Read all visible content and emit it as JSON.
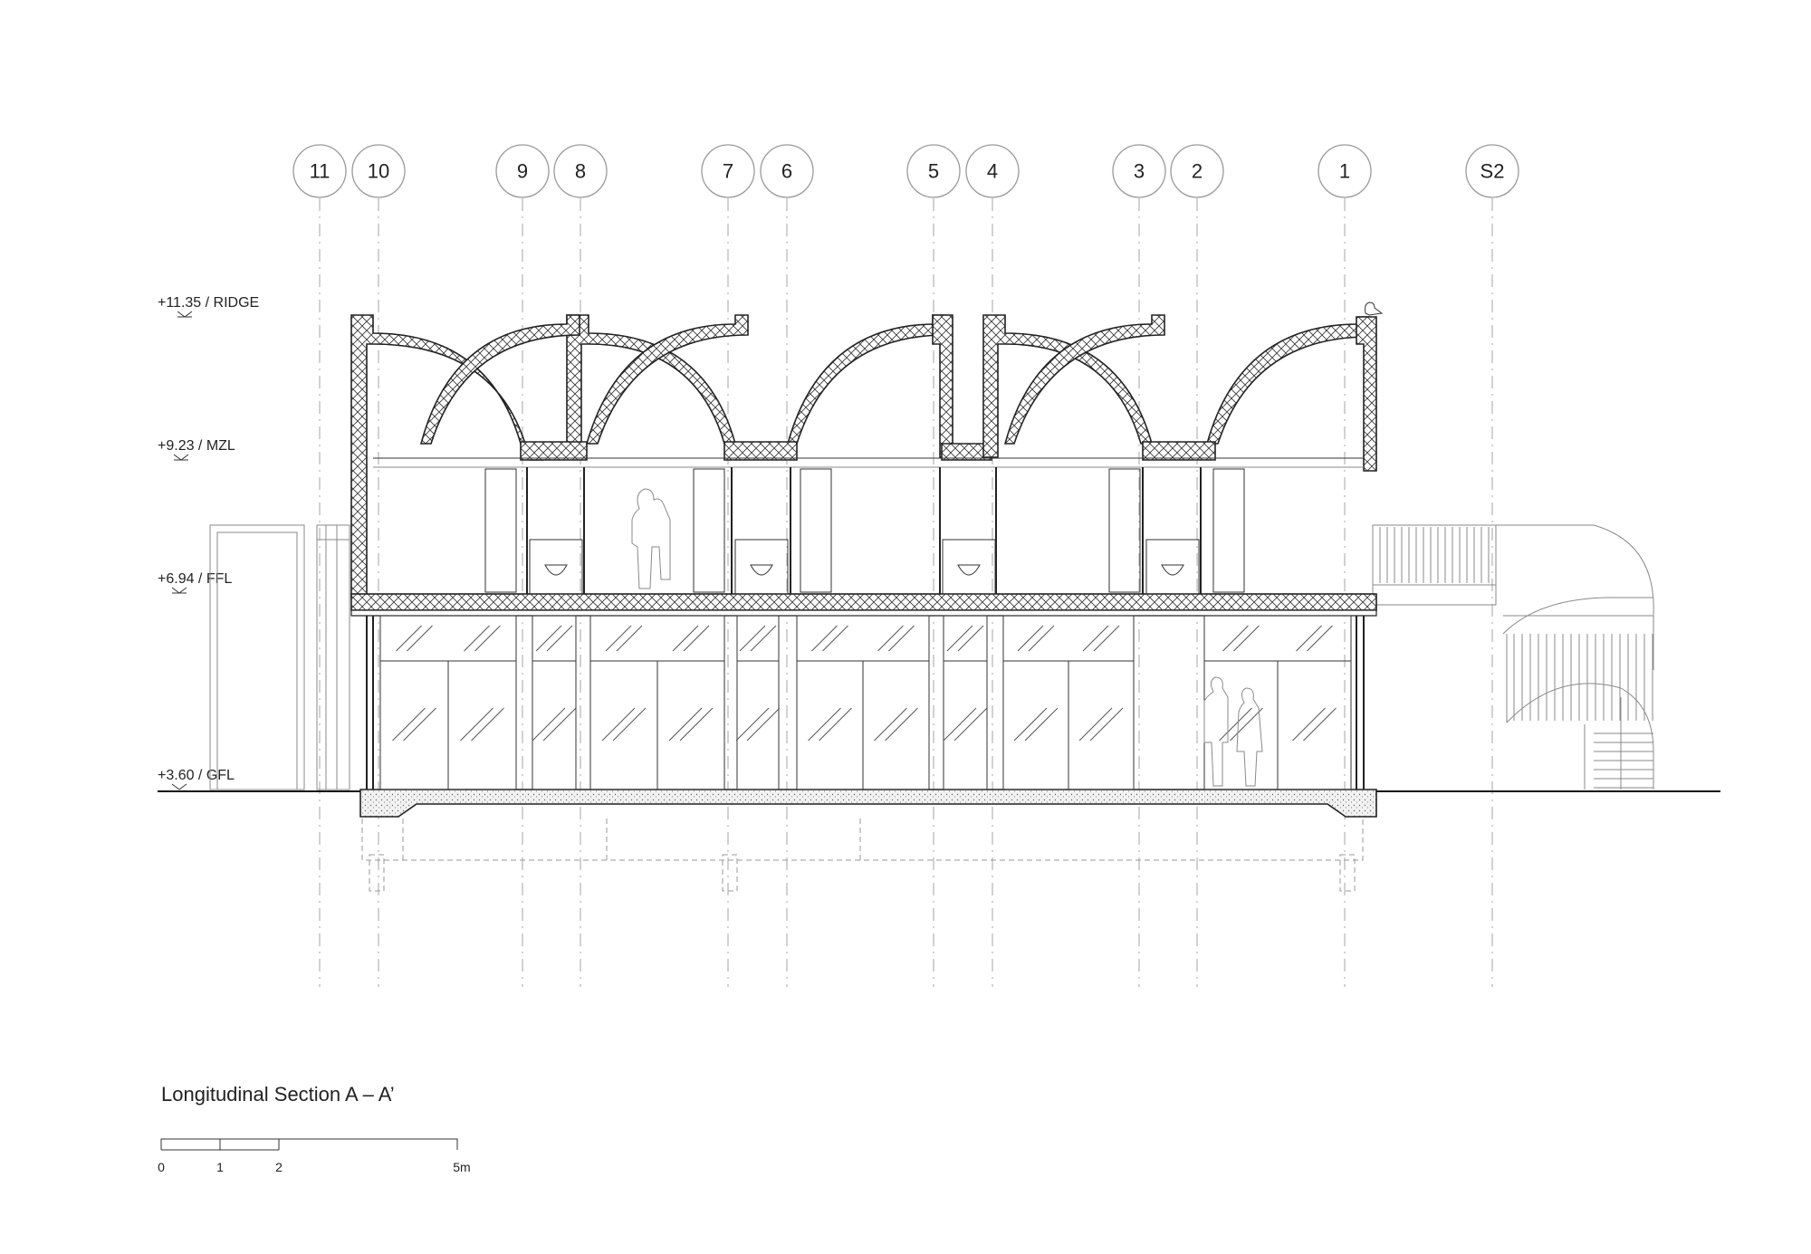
{
  "grid_labels": [
    "11",
    "10",
    "9",
    "8",
    "7",
    "6",
    "5",
    "4",
    "3",
    "2",
    "1",
    "S2"
  ],
  "levels": {
    "ridge": "+11.35 / RIDGE",
    "mzl": "+9.23 / MZL",
    "ffl": "+6.94 / FFL",
    "gfl": "+3.60 / GFL"
  },
  "title": "Longitudinal Section A – A’",
  "scale_bar": {
    "labels": [
      "0",
      "1",
      "2",
      "5m"
    ]
  },
  "colors": {
    "line": "#222222",
    "grid": "#9a9a9a",
    "background": "#ffffff"
  }
}
